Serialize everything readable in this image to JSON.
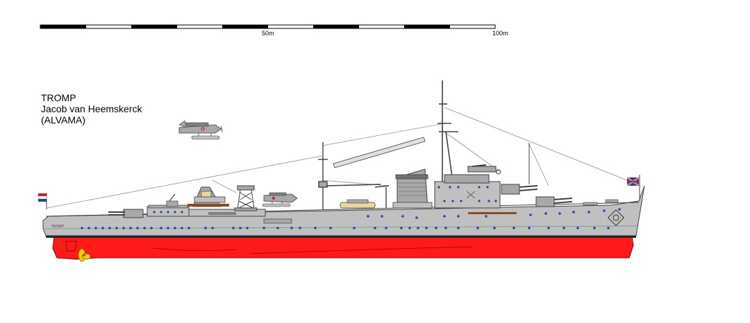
{
  "scale_bar": {
    "labels": [
      "50m",
      "100m"
    ],
    "colors": {
      "dark": "#000000",
      "light": "#ffffff"
    }
  },
  "title": {
    "line1": "TROMP",
    "line2": "Jacob van Heemskerck",
    "line3": "(ALVAMA)"
  },
  "ship": {
    "hull_marking": "TROMP",
    "colors": {
      "hull_grey": "#c0c0c0",
      "superstructure_grey": "#a8a8a8",
      "dark_grey": "#808080",
      "outline": "#404040",
      "waterline_black": "#202020",
      "underwater_red": "#ff1a1a",
      "porthole_blue": "#2244aa",
      "deck_brown": "#8a4b1e",
      "propeller_yellow": "#f0d000",
      "boat_tan": "#e8d8a0"
    }
  },
  "flags": {
    "stern_flag_colors": [
      "#cc1b24",
      "#ffffff",
      "#21468b"
    ],
    "jack_colors": [
      "#cc1b24",
      "#ffffff",
      "#21468b"
    ]
  }
}
